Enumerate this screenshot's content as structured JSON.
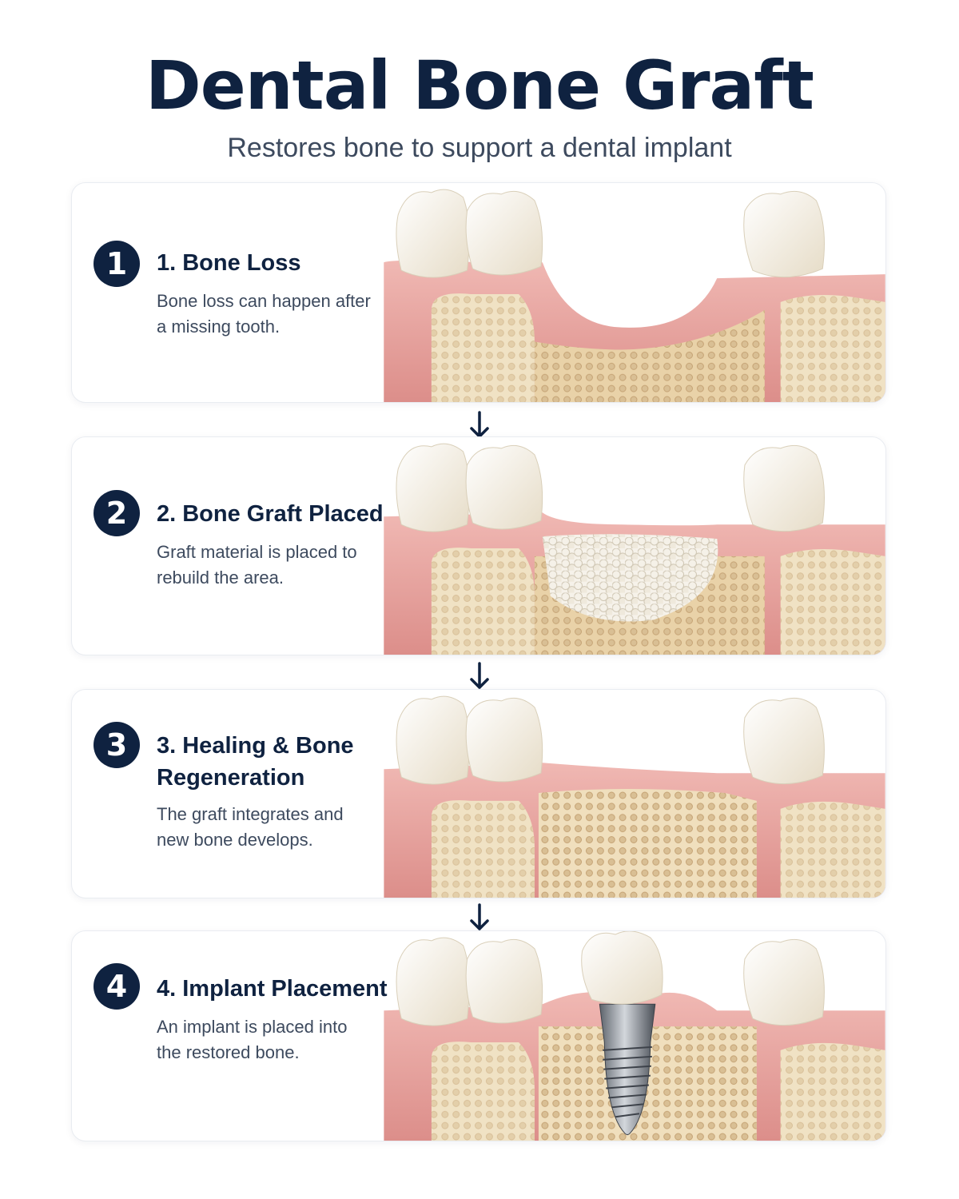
{
  "header": {
    "title": "Dental Bone Graft",
    "subtitle": "Restores bone to support a dental implant"
  },
  "steps": [
    {
      "number": "1",
      "title": "1. Bone Loss",
      "description": "Bone loss can happen after a missing tooth."
    },
    {
      "number": "2",
      "title": "2. Bone Graft Placed",
      "description": "Graft material is placed to rebuild the area."
    },
    {
      "number": "3",
      "title": "3. Healing & Bone Regeneration",
      "description": "The graft integrates and new bone develops."
    },
    {
      "number": "4",
      "title": "4. Implant Placement",
      "description": "An implant is placed into the restored bone."
    }
  ],
  "colors": {
    "navy": "#0f2240",
    "gum": "#e8a3a0",
    "bone": "#f0e2c4",
    "tooth": "#f6f1e6"
  }
}
